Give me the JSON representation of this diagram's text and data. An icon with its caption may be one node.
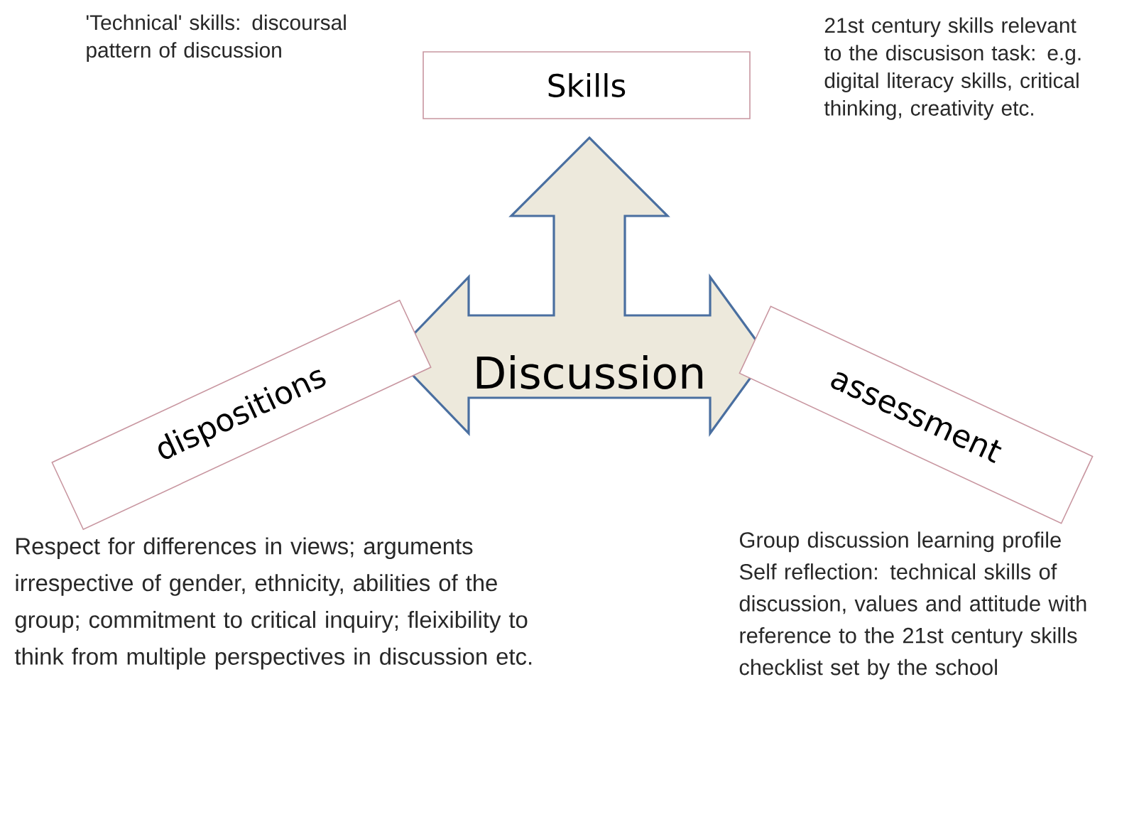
{
  "diagram": {
    "nodes": [
      {
        "text": [
          "Discussion"
        ]
      },
      {
        "text": [
          "Skills"
        ],
        "beside": [
          "'Technical' skills: discoursal pattern of discussion",
          "21st century skills relevant to the discusison task: e.g. digital literacy skills, critical thinking, creativity etc."
        ]
      },
      {
        "text": [
          "dispositions"
        ],
        "beside": [
          "Respect for differences in views; arguments irrespective of gender, ethnicity, abilities of the group; commitment to critical inquiry; fleixibility to think from multiple perspectives in discussion etc."
        ]
      },
      {
        "text": [
          "assessment"
        ],
        "beside": [
          "Group discussion learning profile Self reflection: technical skills of discussion, values and attitude with reference to the 21st century skills checklist set by the school"
        ]
      }
    ]
  }
}
